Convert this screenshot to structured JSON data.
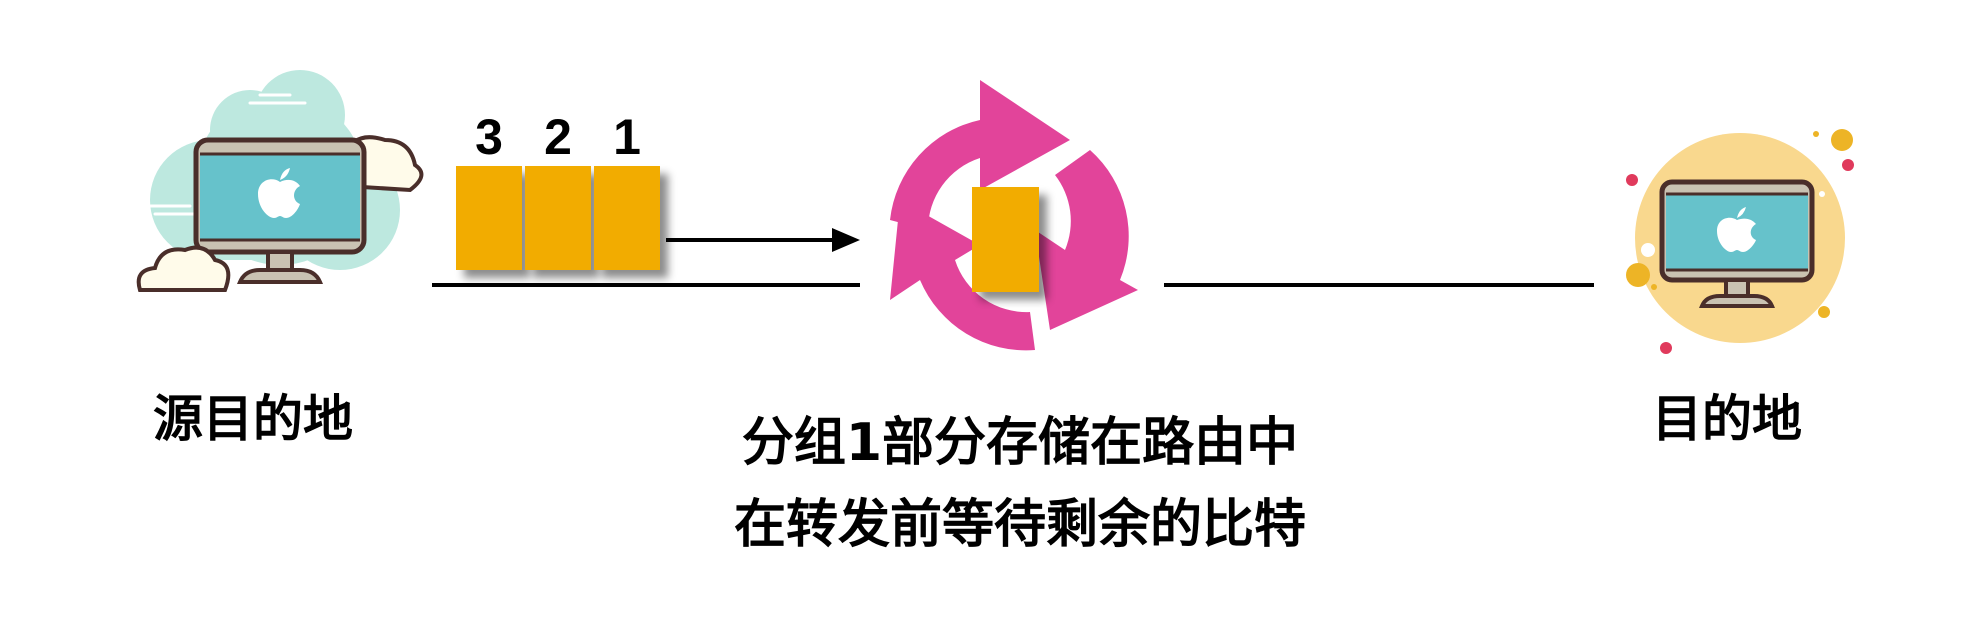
{
  "diagram": {
    "source": {
      "label": "源目的地",
      "icon": "apple-monitor-cloud-icon"
    },
    "destination": {
      "label": "目的地",
      "icon": "apple-monitor-circle-icon"
    },
    "router": {
      "icon": "recycle-arrows-icon"
    },
    "packets": [
      {
        "number": "3"
      },
      {
        "number": "2"
      },
      {
        "number": "1"
      }
    ],
    "caption": {
      "line1": "分组1部分存储在路由中",
      "line2": "在转发前等待剩余的比特"
    },
    "colors": {
      "packet": "#F2AC00",
      "router": "#E2449A",
      "screen": "#66C2CB",
      "cloud_bg": "#BDE8DF",
      "dest_bg": "#F9D88E",
      "line": "#000000"
    }
  }
}
